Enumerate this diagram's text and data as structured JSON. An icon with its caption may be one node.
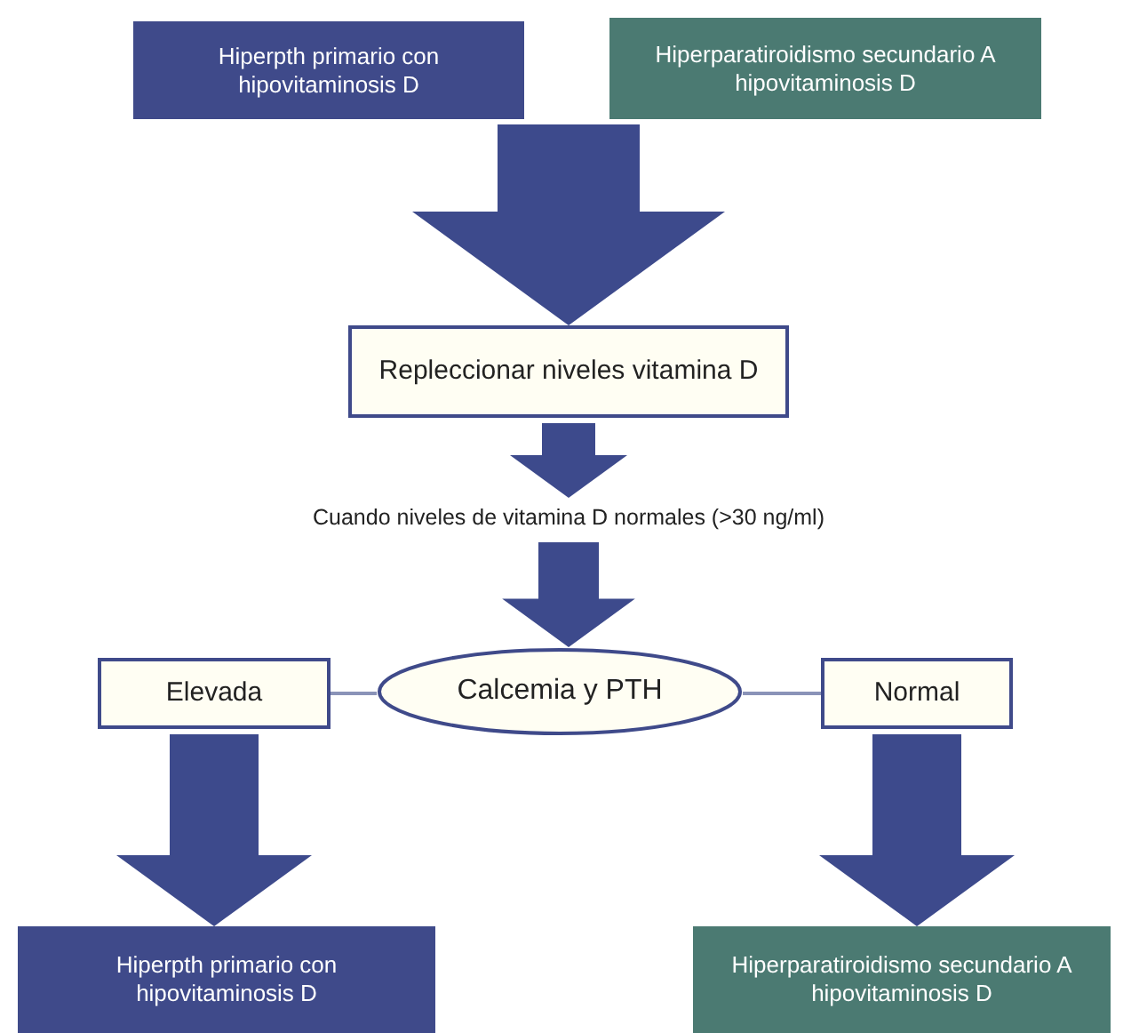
{
  "diagram": {
    "nodes": [
      {
        "text": [
          "Hiperpth primario con hipovitaminosis D"
        ]
      },
      {
        "text": [
          "Hiperparatiroidismo secundario A hipovitaminosis D"
        ]
      },
      {
        "text": [
          "Repleccionar niveles vitamina D"
        ]
      },
      {
        "text": [
          "Cuando niveles de vitamina D normales (>30 ng/ml)"
        ]
      },
      {
        "text": [
          "Calcemia y PTH"
        ]
      },
      {
        "text": [
          "Elevada"
        ]
      },
      {
        "text": [
          "Normal"
        ]
      },
      {
        "text": [
          "Hiperpth primario con hipovitaminosis D"
        ]
      },
      {
        "text": [
          "Hiperparatiroidismo secundario A hipovitaminosis D"
        ]
      }
    ],
    "edges": [
      {
        "from": 0,
        "to": 2,
        "arrow": "to",
        "style": "thick"
      },
      {
        "from": 1,
        "to": 2,
        "arrow": "to",
        "style": "thick"
      },
      {
        "from": 2,
        "to": 3,
        "arrow": "to",
        "style": "thick"
      },
      {
        "from": 3,
        "to": 4,
        "arrow": "to",
        "style": "thick"
      },
      {
        "from": 4,
        "to": 5,
        "arrow": "none"
      },
      {
        "from": 4,
        "to": 6,
        "arrow": "none"
      },
      {
        "from": 5,
        "to": 7,
        "arrow": "to",
        "style": "thick"
      },
      {
        "from": 6,
        "to": 8,
        "arrow": "to",
        "style": "thick"
      }
    ]
  }
}
